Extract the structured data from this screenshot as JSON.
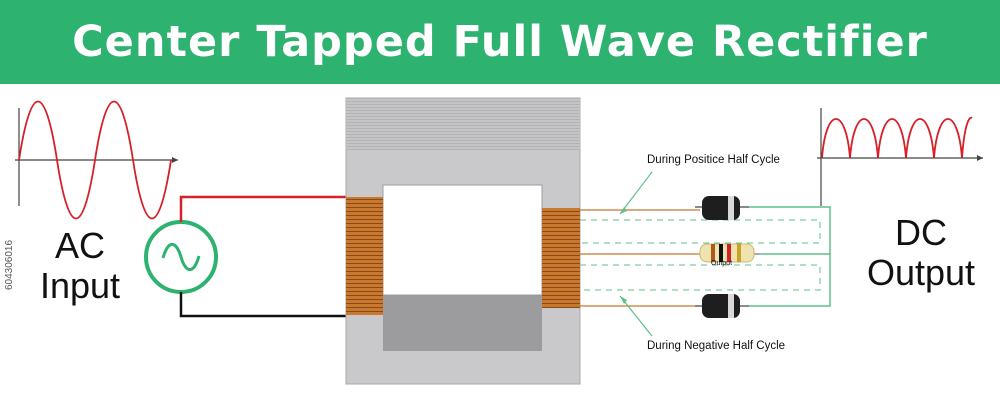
{
  "title": "Center Tapped Full Wave Rectifier",
  "labels": {
    "ac_line1": "AC",
    "ac_line2": "Input",
    "dc_line1": "DC",
    "dc_line2": "Output",
    "positive_half": "During Positice Half Cycle",
    "negative_half": "During Negative Half Cycle",
    "resistor_label": "Output"
  },
  "side_id": "604306016",
  "colors": {
    "header_bg": "#2db26f",
    "source_ring": "#2db26f",
    "wave": "#d62027",
    "positive_wire": "#d62027",
    "negative_wire": "#111111",
    "path_green": "#5fc08a",
    "core_gray": "#c9c9cb",
    "coil_copper": "#c9782f"
  },
  "icons": [
    "ac-source-icon",
    "diode-icon",
    "resistor-icon",
    "transformer-core",
    "sine-wave-graph",
    "rectified-wave-graph"
  ]
}
